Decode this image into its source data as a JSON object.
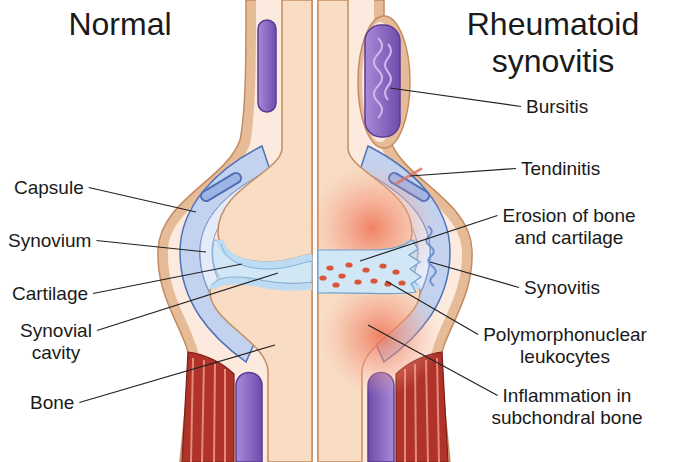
{
  "diagram": {
    "labels": [
      "Normal",
      "Rheumatoid synovitis",
      "Capsule",
      "Synovium",
      "Cartilage",
      "Synovial cavity",
      "Bone",
      "Bursitis",
      "Tendinitis",
      "Erosion of bone and cartilage",
      "Synovitis",
      "Polymorphonuclear leukocytes",
      "Inflammation in subchondral bone"
    ]
  }
}
